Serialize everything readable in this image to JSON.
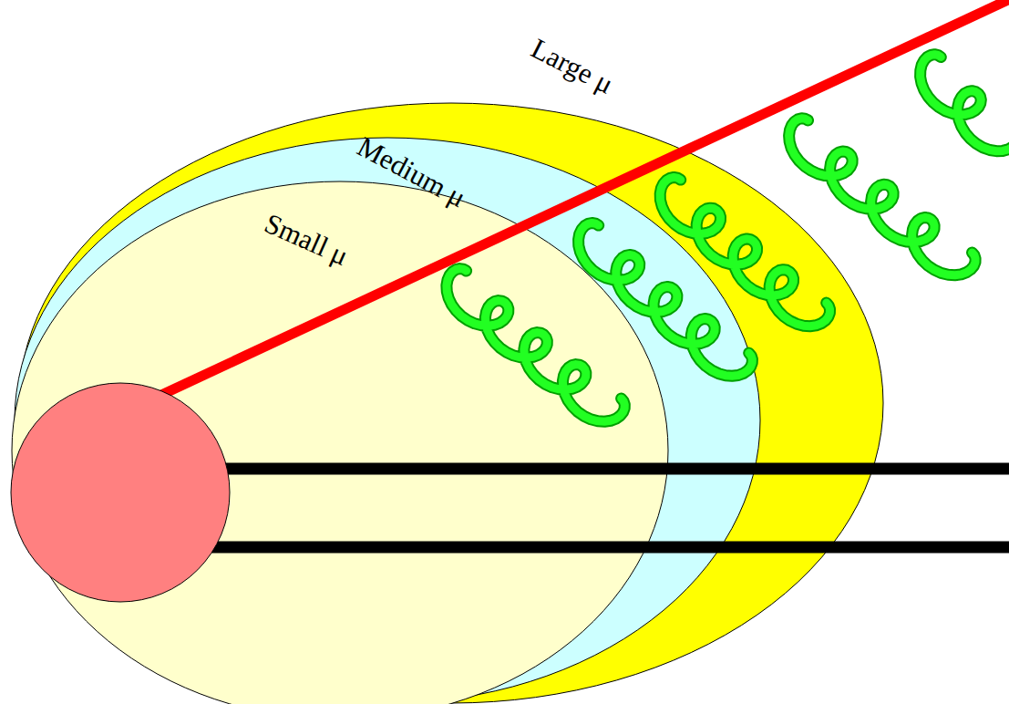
{
  "diagram": {
    "nodes": [
      {
        "text": [
          "Large μ"
        ]
      },
      {
        "text": [
          "Medium μ"
        ],
        "in": 0
      },
      {
        "text": [
          "Small μ"
        ],
        "in": 1
      }
    ]
  }
}
